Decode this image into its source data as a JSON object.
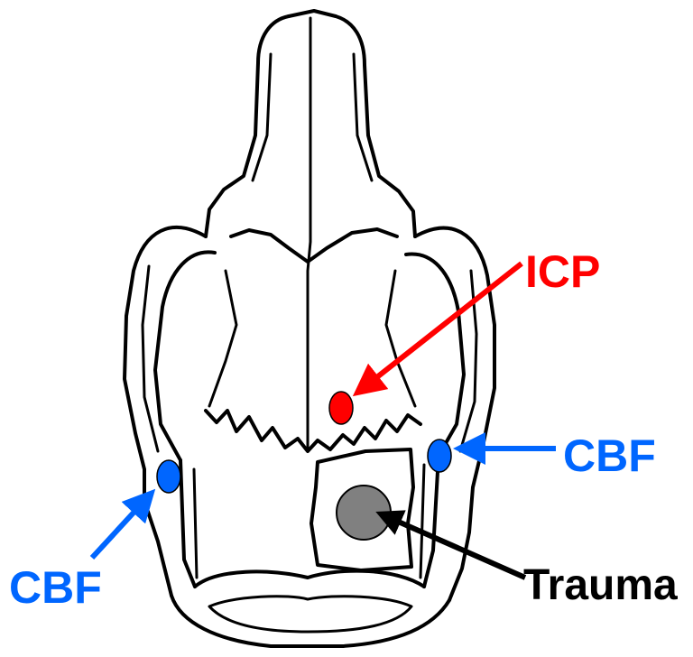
{
  "labels": {
    "icp": "ICP",
    "cbf_right": "CBF",
    "cbf_left": "CBF",
    "trauma": "Trauma"
  },
  "colors": {
    "icp": "#ff0000",
    "cbf": "#0066ff",
    "trauma_marker": "#808080",
    "trauma_arrow": "#000000",
    "outline": "#000000"
  }
}
